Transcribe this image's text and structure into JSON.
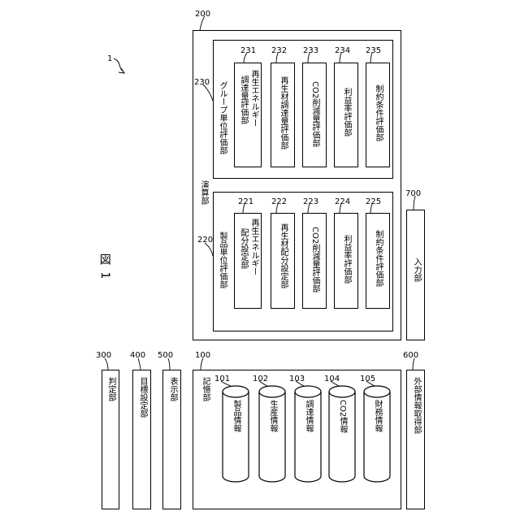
{
  "figure": {
    "title": "図 1",
    "system_ref": "1"
  },
  "left_column": {
    "judge": {
      "ref": "300",
      "label": "判定部"
    },
    "target": {
      "ref": "400",
      "label": "目標設定部"
    },
    "display": {
      "ref": "500",
      "label": "表示部"
    },
    "storage": {
      "ref": "100",
      "label": "記憶部",
      "items": [
        {
          "ref": "101",
          "label": "製品情報"
        },
        {
          "ref": "102",
          "label": "生産情報"
        },
        {
          "ref": "103",
          "label": "調達情報"
        },
        {
          "ref": "104",
          "label": "CO2情報"
        },
        {
          "ref": "105",
          "label": "財務情報"
        }
      ]
    },
    "external": {
      "ref": "600",
      "label": "外部情報取得部"
    }
  },
  "compute": {
    "ref": "200",
    "label": "演算部",
    "group_eval": {
      "ref": "230",
      "label": "グループ単位評価部",
      "items": [
        {
          "ref": "231",
          "lines": [
            "再生エネルギー",
            "調達量評価部"
          ]
        },
        {
          "ref": "232",
          "lines": [
            "再生材調達量評価部"
          ]
        },
        {
          "ref": "233",
          "lines": [
            "CO2削減量評価部"
          ]
        },
        {
          "ref": "234",
          "lines": [
            "利益率評価部"
          ]
        },
        {
          "ref": "235",
          "lines": [
            "制約条件評価部"
          ]
        }
      ]
    },
    "product_eval": {
      "ref": "220",
      "label": "製品単位評価部",
      "items": [
        {
          "ref": "221",
          "lines": [
            "再生エネルギー",
            "配分設定部"
          ]
        },
        {
          "ref": "222",
          "lines": [
            "再生材配分設定部"
          ]
        },
        {
          "ref": "223",
          "lines": [
            "CO2削減量評価部"
          ]
        },
        {
          "ref": "224",
          "lines": [
            "利益率評価部"
          ]
        },
        {
          "ref": "225",
          "lines": [
            "制約条件評価部"
          ]
        }
      ]
    }
  },
  "input": {
    "ref": "700",
    "label": "入力部"
  }
}
